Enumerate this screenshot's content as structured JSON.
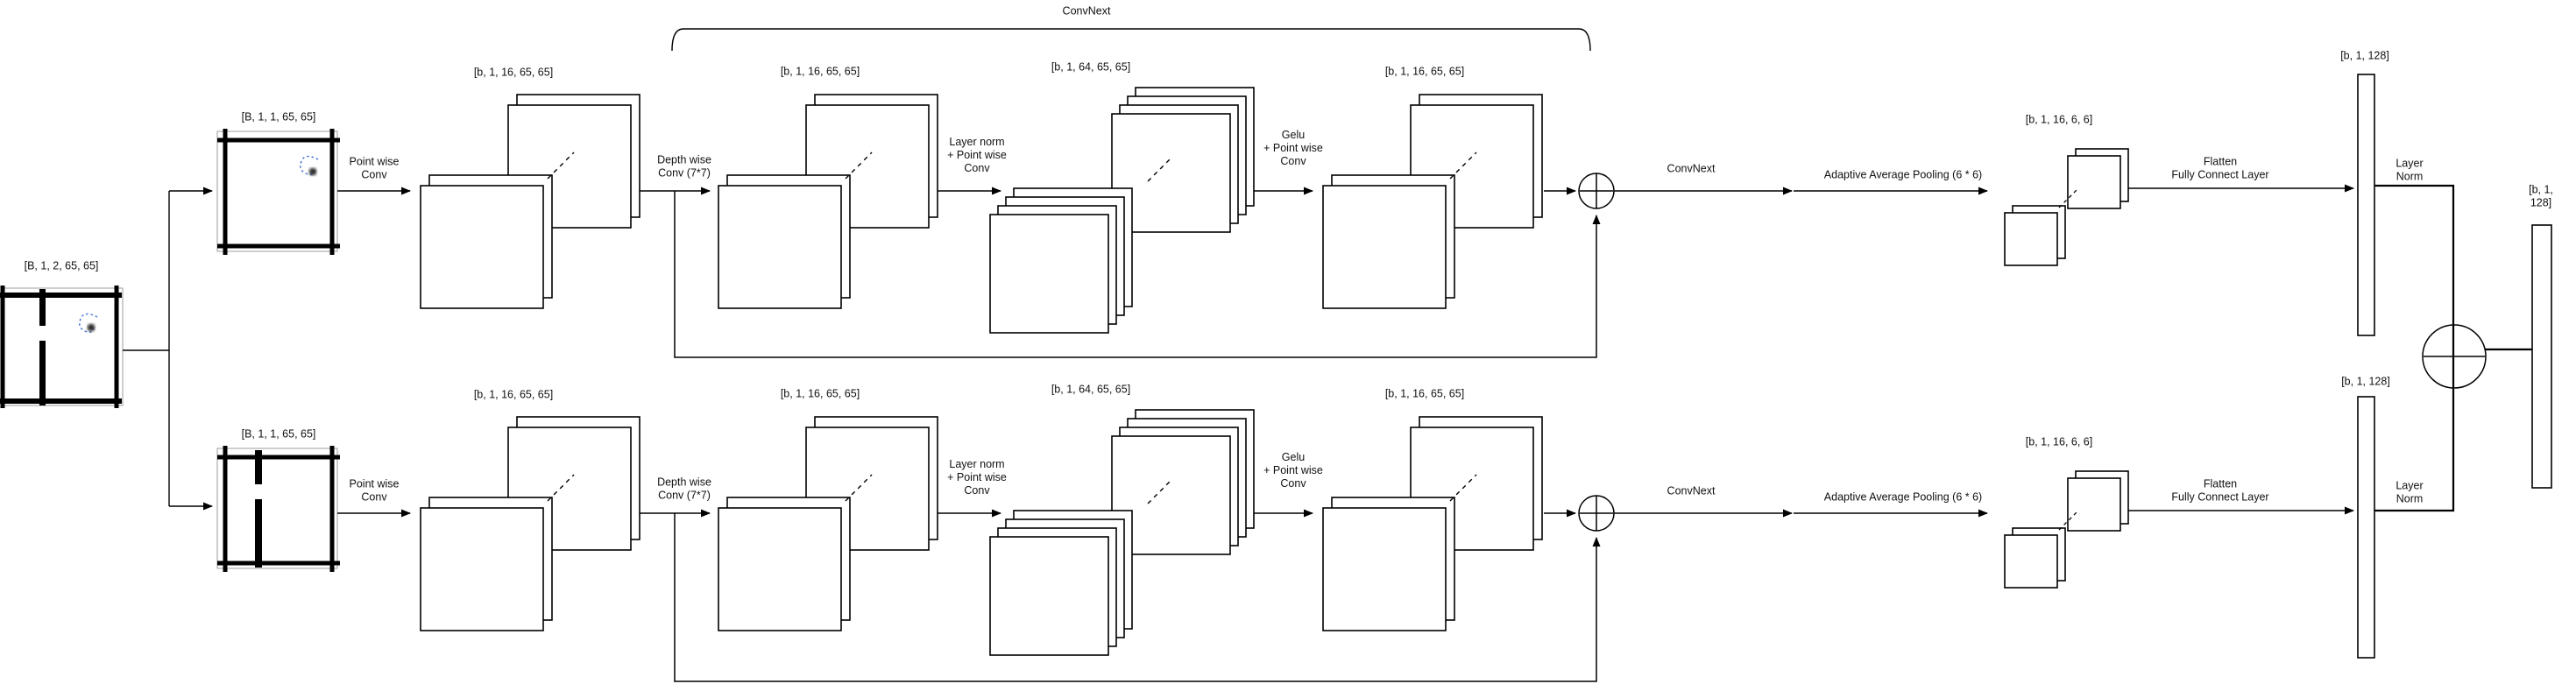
{
  "colors": {
    "stroke": "#000000",
    "scribble_blue": "#4a74d8",
    "thin_frame_gray": "#9e9e9e",
    "background": "#ffffff"
  },
  "bracket": {
    "label": "ConvNext"
  },
  "input": {
    "shape": "[B, 1, 2, 65, 65]"
  },
  "output": {
    "shape": "[b, 1, 128]"
  },
  "branch_top": {
    "image_shape": "[B, 1, 1, 65, 65]",
    "op_pointwise": "Point wise\nConv",
    "stack1_shape": "[b, 1, 16, 65, 65]",
    "op_depthwise": "Depth wise\nConv (7*7)",
    "stack2_shape": "[b, 1, 16, 65, 65]",
    "op_layernorm_pointwise": "Layer norm\n+ Point wise\nConv",
    "stack3_shape": "[b, 1, 64, 65, 65]",
    "op_gelu_pointwise": "Gelu\n+ Point wise\nConv",
    "stack4_shape": "[b, 1, 16, 65, 65]",
    "op_convnext": "ConvNext",
    "op_adaptive_pooling": "Adaptive Average Pooling (6 * 6)",
    "pooled_shape": "[b, 1, 16, 6, 6]",
    "op_flatten_fc": "Flatten\nFully Connect Layer",
    "vector_shape": "[b, 1, 128]",
    "op_layer_norm": "Layer\nNorm"
  },
  "branch_bottom": {
    "image_shape": "[B, 1, 1, 65, 65]",
    "op_pointwise": "Point wise\nConv",
    "stack1_shape": "[b, 1, 16, 65, 65]",
    "op_depthwise": "Depth wise\nConv (7*7)",
    "stack2_shape": "[b, 1, 16, 65, 65]",
    "op_layernorm_pointwise": "Layer norm\n+ Point wise\nConv",
    "stack3_shape": "[b, 1, 64, 65, 65]",
    "op_gelu_pointwise": "Gelu\n+ Point wise\nConv",
    "stack4_shape": "[b, 1, 16, 65, 65]",
    "op_convnext": "ConvNext",
    "op_adaptive_pooling": "Adaptive Average Pooling (6 * 6)",
    "pooled_shape": "[b, 1, 16, 6, 6]",
    "op_flatten_fc": "Flatten\nFully Connect Layer",
    "vector_shape": "[b, 1, 128]",
    "op_layer_norm": "Layer\nNorm"
  }
}
